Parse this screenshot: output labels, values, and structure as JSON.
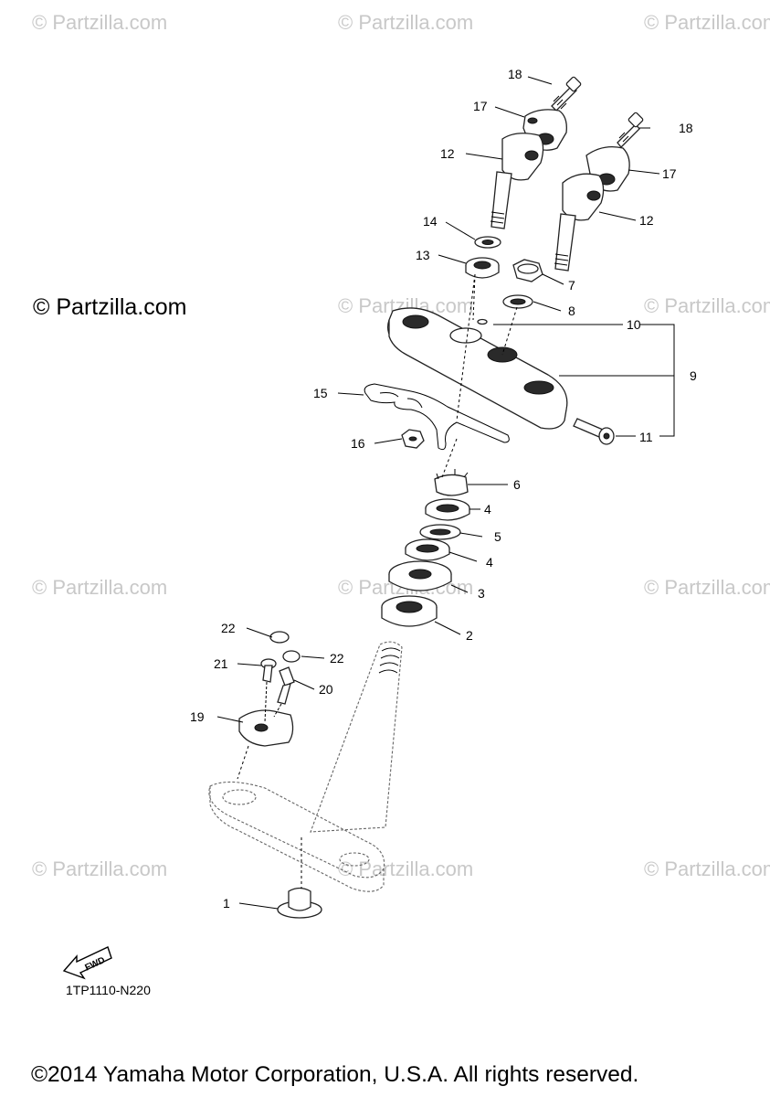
{
  "watermark": "© Partzilla.com",
  "watermark_featured": "© Partzilla.com",
  "diagram_code": "1TP1110-N220",
  "copyright": "©2014 Yamaha Motor Corporation, U.S.A. All rights reserved.",
  "fwd_label": "FWD",
  "callouts": [
    "1",
    "2",
    "3",
    "4",
    "4",
    "5",
    "6",
    "7",
    "8",
    "9",
    "10",
    "11",
    "12",
    "12",
    "13",
    "14",
    "15",
    "16",
    "17",
    "17",
    "18",
    "18",
    "19",
    "20",
    "21",
    "22",
    "22"
  ]
}
